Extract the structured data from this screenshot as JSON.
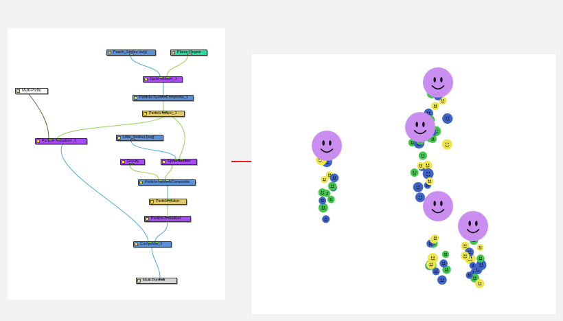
{
  "nodes": {
    "purple_smiley": "Purple_Smiley [svg]",
    "planar_region": "Planar-Region",
    "sprite_emitter_1": "Sprite-Emitter_1",
    "ps_composite_1": "Particle-SystemComposite_1",
    "baker_1": "Particle-Baker_1",
    "multi_port_in": "Multi-PortIn",
    "visualizer_1": "Particle-Visualizer_1",
    "little_smilies": "Little_Smilies [svg]",
    "gravity": "Gravity",
    "sprite_emitter": "Sprite-Emitter",
    "ps_composite": "Particle-SystemComposite",
    "baker": "Particle-Baker",
    "visualizer": "Particle-Visualizer",
    "composite_1": "Composite_1",
    "multi_port_out": "Multi-PortOut"
  },
  "colors": {
    "node_blue": "#5b8fd6",
    "node_purple": "#a64cf0",
    "node_yellow": "#e0c76a",
    "node_green": "#27d99a",
    "wire_blue": "#4aa8d8",
    "wire_green": "#8fd14f",
    "arrow_red": "#e82020",
    "big_smiley": "#c98ef0",
    "small_green": "#3fc64a",
    "small_blue": "#3e63c8",
    "small_yellow": "#ece64a"
  }
}
